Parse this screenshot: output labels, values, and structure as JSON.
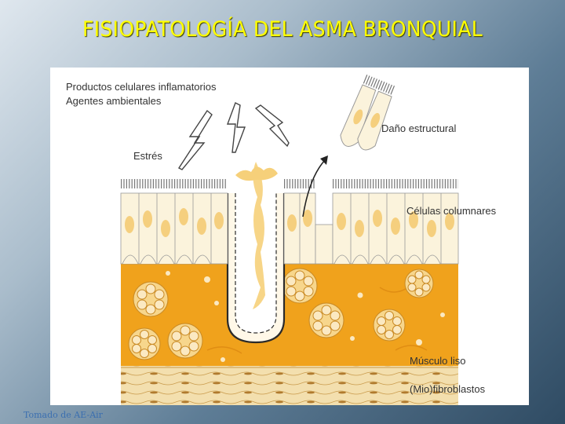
{
  "slide": {
    "title": "FISIOPATOLOGÍA DEL ASMA BRONQUIAL",
    "credit": "Tomado de AE-Air"
  },
  "diagram": {
    "labels": {
      "productos": "Productos celulares inflamatorios",
      "agentes": "Agentes ambientales",
      "estres": "Estrés",
      "dano": "Daño estructural",
      "celulas": "Células columnares",
      "musculo": "Músculo liso",
      "fibroblastos": "(Mio)fibroblastos"
    },
    "colors": {
      "tissue": "#f0a21c",
      "epithelium": "#fbf3dc",
      "nucleus": "#f5cf7e",
      "muscle": "#f3dfae",
      "title": "#ffff00"
    }
  }
}
